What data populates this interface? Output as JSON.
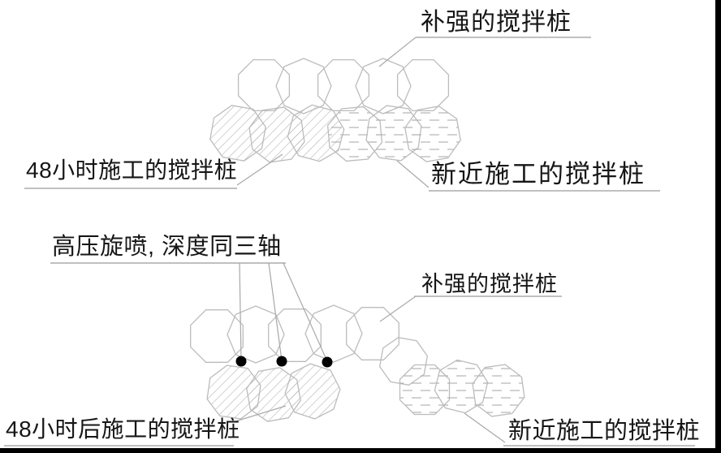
{
  "page": {
    "background": "#ffffff",
    "colors": {
      "pile_outline": "#bcbcbc",
      "hatch_line": "#b5b5b5",
      "dash_line": "#adadad",
      "leader_line": "#a8a8a8",
      "underline": "#9a9a9a",
      "text": "#161616",
      "jet_dot": "#000000",
      "frame_border": "#000000"
    }
  },
  "top_diagram": {
    "label_reinforced": "补强的搅拌桩",
    "label_48h": "48小时施工的搅拌桩",
    "label_recent": "新近施工的搅拌桩"
  },
  "bottom_diagram": {
    "label_jet": "高压旋喷, 深度同三轴",
    "label_reinforced": "补强的搅拌桩",
    "label_48h_after": "48小时后施工的搅拌桩",
    "label_recent": "新近施工的搅拌桩",
    "jet_point_count": 3
  }
}
